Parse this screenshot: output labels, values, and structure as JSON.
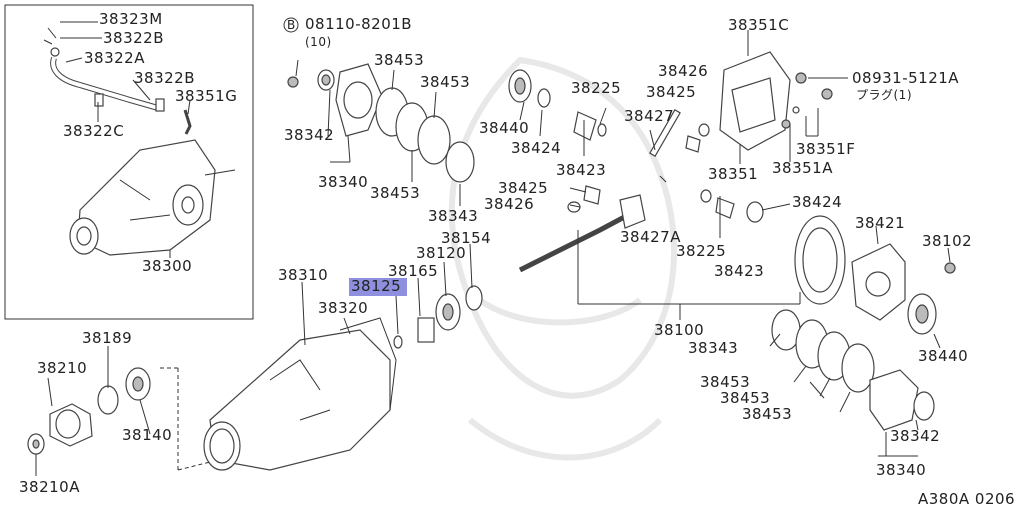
{
  "labels": {
    "p38323M": "38323M",
    "p38322B_top": "38322B",
    "p38322A": "38322A",
    "p38322B_mid": "38322B",
    "p38351G": "38351G",
    "p38322C": "38322C",
    "p38300": "38300",
    "bolt_b": "08110-8201B",
    "bolt_b_qty": "(10)",
    "p38453_a": "38453",
    "p38453_b": "38453",
    "p38342_left": "38342",
    "p38340_left": "38340",
    "p38453_c": "38453",
    "p38343_left": "38343",
    "p38440_top": "38440",
    "p38225_top": "38225",
    "p38424_top": "38424",
    "p38423_top": "38423",
    "p38426_top": "38426",
    "p38425_top": "38425",
    "p38427": "38427",
    "p38351C": "38351C",
    "plug_part": "08931-5121A",
    "plug_label": "プラグ(1)",
    "p38351": "38351",
    "p38351A": "38351A",
    "p38351F": "38351F",
    "p38425_mid": "38425",
    "p38426_mid": "38426",
    "p38427A": "38427A",
    "p38424_mid": "38424",
    "p38225_mid": "38225",
    "p38423_mid": "38423",
    "p38421": "38421",
    "p38102": "38102",
    "p38154": "38154",
    "p38120": "38120",
    "p38165": "38165",
    "p38125": "38125",
    "p38310": "38310",
    "p38320": "38320",
    "p38100": "38100",
    "p38440_right": "38440",
    "p38343_right": "38343",
    "p38453_r1": "38453",
    "p38453_r2": "38453",
    "p38453_r3": "38453",
    "p38342_right": "38342",
    "p38340_right": "38340",
    "p38189": "38189",
    "p38210": "38210",
    "p38140": "38140",
    "p38210A": "38210A",
    "diagram_id": "A380A 0206",
    "circle_b": "B"
  }
}
